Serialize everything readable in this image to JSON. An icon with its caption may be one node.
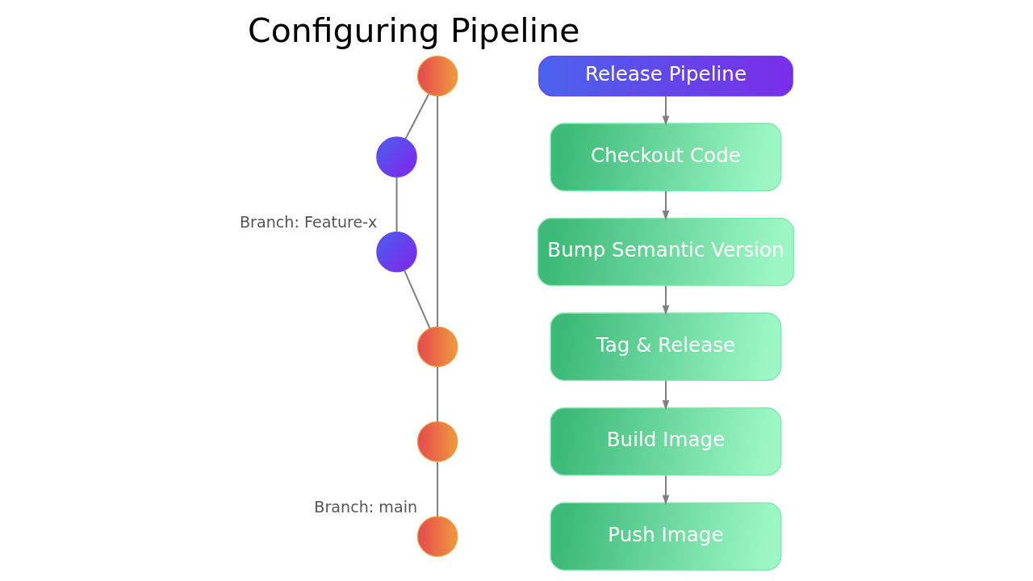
{
  "diagram": {
    "title": "Configuring Pipeline",
    "nodes": [
      {
        "text": [],
        "shape": "circle"
      },
      {
        "text": [],
        "shape": "circle"
      },
      {
        "text": [],
        "shape": "circle",
        "beside": [
          "Branch: Feature-x"
        ]
      },
      {
        "text": [],
        "shape": "circle"
      },
      {
        "text": [],
        "shape": "circle"
      },
      {
        "text": [],
        "shape": "circle",
        "beside": [
          "Branch: main"
        ]
      },
      {
        "text": [
          "Release Pipeline"
        ]
      },
      {
        "text": [
          "Checkout Code"
        ]
      },
      {
        "text": [
          "Bump Semantic Version"
        ]
      },
      {
        "text": [
          "Tag & Release"
        ]
      },
      {
        "text": [
          "Build Image"
        ]
      },
      {
        "text": [
          "Push Image"
        ]
      }
    ],
    "edges": [
      {
        "from": 0,
        "to": 1,
        "arrow": "none"
      },
      {
        "from": 1,
        "to": 2,
        "arrow": "none"
      },
      {
        "from": 2,
        "to": 3,
        "arrow": "none"
      },
      {
        "from": 0,
        "to": 3,
        "arrow": "none"
      },
      {
        "from": 3,
        "to": 4,
        "arrow": "none"
      },
      {
        "from": 4,
        "to": 5,
        "arrow": "none"
      },
      {
        "from": 6,
        "to": 7,
        "arrow": "to"
      },
      {
        "from": 7,
        "to": 8,
        "arrow": "to"
      },
      {
        "from": 8,
        "to": 9,
        "arrow": "to"
      },
      {
        "from": 9,
        "to": 10,
        "arrow": "to"
      },
      {
        "from": 10,
        "to": 11,
        "arrow": "to"
      }
    ]
  }
}
